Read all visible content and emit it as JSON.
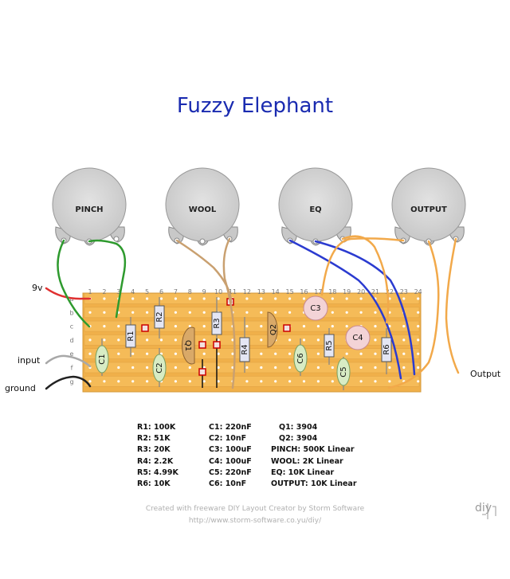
{
  "title": "Fuzzy Elephant",
  "pots": [
    "PINCH",
    "WOOL",
    "EQ",
    "OUTPUT"
  ],
  "board": {
    "columns": [
      "1",
      "2",
      "3",
      "4",
      "5",
      "6",
      "7",
      "8",
      "9",
      "10",
      "11",
      "12",
      "13",
      "14",
      "15",
      "16",
      "17",
      "18",
      "19",
      "20",
      "21",
      "22",
      "23",
      "24"
    ],
    "rows": [
      "a",
      "b",
      "c",
      "d",
      "e",
      "f",
      "g"
    ]
  },
  "components": {
    "R1": "R1",
    "R2": "R2",
    "R3": "R3",
    "R4": "R4",
    "R5": "R5",
    "R6": "R6",
    "C1": "C1",
    "C2": "C2",
    "C3": "C3",
    "C4": "C4",
    "C5": "C5",
    "C6": "C6",
    "Q1": "Q1",
    "Q2": "Q2"
  },
  "labels": {
    "nine_v": "9v",
    "input": "input",
    "ground": "ground",
    "output": "Output"
  },
  "bom": {
    "col1": [
      "R1: 100K",
      "R2: 51K",
      "R3: 20K",
      "R4: 2.2K",
      "R5: 4.99K",
      "R6: 10K"
    ],
    "col2": [
      "C1: 220nF",
      "C2: 10nF",
      "C3: 100uF",
      "C4: 100uF",
      "C5: 220nF",
      "C6: 10nF"
    ],
    "col3": [
      "Q1: 3904",
      "Q2: 3904",
      "PINCH: 500K Linear",
      "WOOL: 2K Linear",
      "EQ: 10K Linear",
      "OUTPUT: 10K Linear"
    ]
  },
  "credit": {
    "line1": "Created with freeware DIY Layout Creator by Storm Software",
    "line2": "http://www.storm-software.co.yu/diy/"
  },
  "logo": "diy",
  "colors": {
    "board": "#f0b04a",
    "title": "#1a2bb0",
    "wire_green": "#2e9a2e",
    "wire_brown": "#c9a070",
    "wire_blue": "#2b3bd0",
    "wire_orange": "#f2a94a",
    "wire_red": "#e03030"
  }
}
